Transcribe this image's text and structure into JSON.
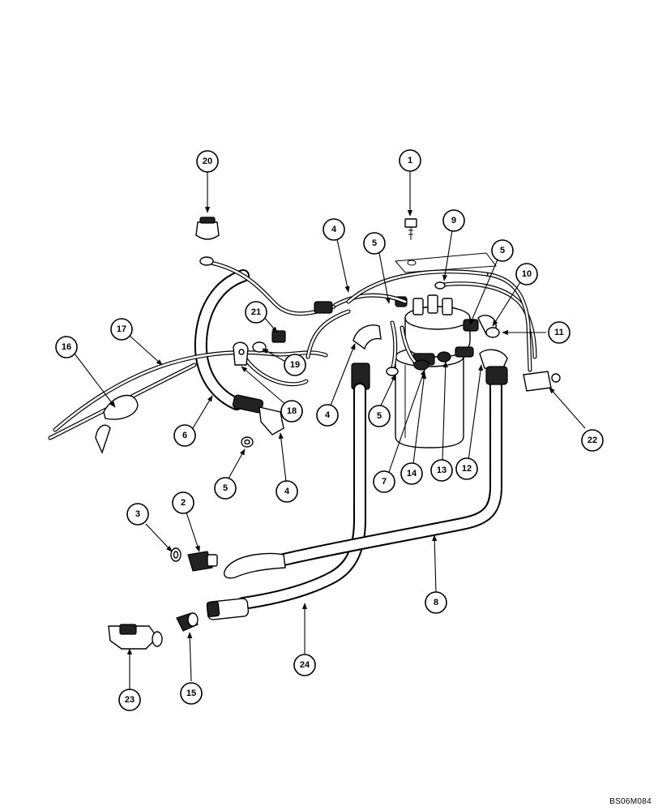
{
  "diagram": {
    "reference_code": "BS06M084",
    "callouts": [
      {
        "id": "callout-1",
        "label": "1"
      },
      {
        "id": "callout-2",
        "label": "2"
      },
      {
        "id": "callout-3",
        "label": "3"
      },
      {
        "id": "callout-4a",
        "label": "4"
      },
      {
        "id": "callout-4b",
        "label": "4"
      },
      {
        "id": "callout-4c",
        "label": "4"
      },
      {
        "id": "callout-5a",
        "label": "5"
      },
      {
        "id": "callout-5b",
        "label": "5"
      },
      {
        "id": "callout-5c",
        "label": "5"
      },
      {
        "id": "callout-5d",
        "label": "5"
      },
      {
        "id": "callout-6",
        "label": "6"
      },
      {
        "id": "callout-7",
        "label": "7"
      },
      {
        "id": "callout-8",
        "label": "8"
      },
      {
        "id": "callout-9",
        "label": "9"
      },
      {
        "id": "callout-10",
        "label": "10"
      },
      {
        "id": "callout-11",
        "label": "11"
      },
      {
        "id": "callout-12",
        "label": "12"
      },
      {
        "id": "callout-13",
        "label": "13"
      },
      {
        "id": "callout-14",
        "label": "14"
      },
      {
        "id": "callout-15",
        "label": "15"
      },
      {
        "id": "callout-16",
        "label": "16"
      },
      {
        "id": "callout-17",
        "label": "17"
      },
      {
        "id": "callout-18",
        "label": "18"
      },
      {
        "id": "callout-19",
        "label": "19"
      },
      {
        "id": "callout-20",
        "label": "20"
      },
      {
        "id": "callout-21",
        "label": "21"
      },
      {
        "id": "callout-22",
        "label": "22"
      },
      {
        "id": "callout-23",
        "label": "23"
      },
      {
        "id": "callout-24",
        "label": "24"
      }
    ]
  }
}
